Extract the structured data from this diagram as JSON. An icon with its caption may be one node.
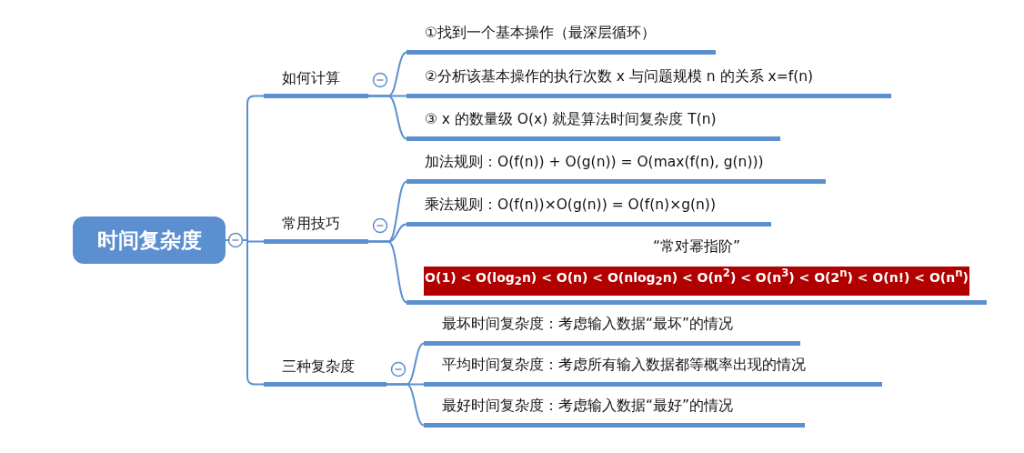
{
  "diagram": {
    "nodes": [
      {
        "text": [
          "时间复杂度"
        ]
      },
      {
        "text": [
          "如何计算"
        ]
      },
      {
        "text": [
          "①找到一个基本操作（最深层循环）"
        ]
      },
      {
        "text": [
          "②分析该基本操作的执行次数 x 与问题规模 n 的关系 x=f(n)"
        ]
      },
      {
        "text": [
          "③ x 的数量级 O(x) 就是算法时间复杂度 T(n)"
        ]
      },
      {
        "text": [
          "常用技巧"
        ]
      },
      {
        "text": [
          "加法规则：O(f(n)) + O(g(n)) = O(max(f(n), g(n)))"
        ]
      },
      {
        "text": [
          "乘法规则：O(f(n))×O(g(n)) = O(f(n)×g(n))"
        ]
      },
      {
        "text": [
          "“常对幂指阶”"
        ]
      },
      {
        "text": [
          "O(1) < O(log$_{2}$n) < O(n) < O(nlog$_{2}$n) < O(n$^{2}$) < O(n$^{3}$) < O(2$^{n}$) < O(n!) < O(n$^{n}$)"
        ],
        "in": 8
      },
      {
        "text": [
          "三种复杂度"
        ]
      },
      {
        "text": [
          "最坏时间复杂度：考虑输入数据“最坏”的情况"
        ]
      },
      {
        "text": [
          "平均时间复杂度：考虑所有输入数据都等概率出现的情况"
        ]
      },
      {
        "text": [
          "最好时间复杂度：考虑输入数据“最好”的情况"
        ]
      }
    ],
    "edges": [
      {
        "from": 0,
        "to": 1,
        "arrow": "none"
      },
      {
        "from": 0,
        "to": 5,
        "arrow": "none"
      },
      {
        "from": 0,
        "to": 10,
        "arrow": "none"
      },
      {
        "from": 1,
        "to": 2,
        "arrow": "none"
      },
      {
        "from": 1,
        "to": 3,
        "arrow": "none"
      },
      {
        "from": 1,
        "to": 4,
        "arrow": "none"
      },
      {
        "from": 5,
        "to": 6,
        "arrow": "none"
      },
      {
        "from": 5,
        "to": 7,
        "arrow": "none"
      },
      {
        "from": 5,
        "to": 8,
        "arrow": "none"
      },
      {
        "from": 10,
        "to": 11,
        "arrow": "none"
      },
      {
        "from": 10,
        "to": 12,
        "arrow": "none"
      },
      {
        "from": 10,
        "to": 13,
        "arrow": "none"
      }
    ]
  }
}
